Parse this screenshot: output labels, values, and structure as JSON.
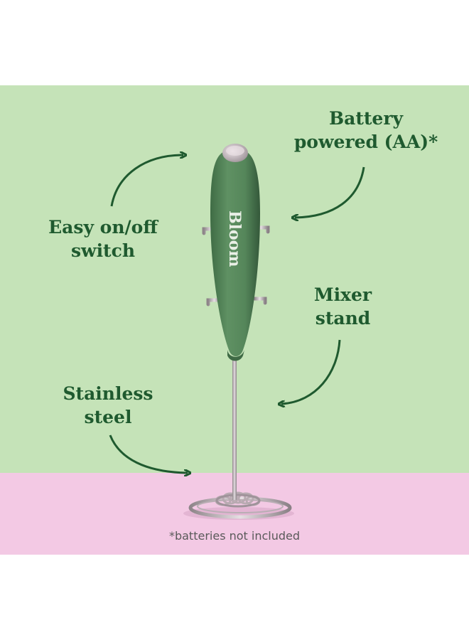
{
  "callouts": {
    "battery": {
      "line1": "Battery",
      "line2": "powered (AA)*"
    },
    "switch": {
      "line1": "Easy on/off",
      "line2": "switch"
    },
    "mixer": {
      "line1": "Mixer",
      "line2": "stand"
    },
    "steel": {
      "line1": "Stainless",
      "line2": "steel"
    }
  },
  "product": {
    "brand": "Bloom"
  },
  "footnote": "*batteries not included",
  "colors": {
    "background_green": "#c5e3b8",
    "background_pink": "#f3c9e4",
    "text_green": "#1f5a2f",
    "frother_body": "#5a8a5e",
    "metal": "#c9c0c6"
  }
}
